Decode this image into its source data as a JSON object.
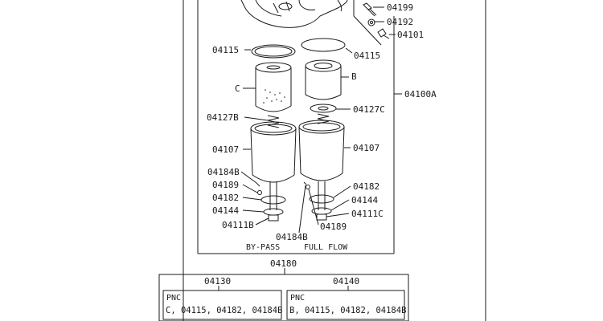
{
  "labels": {
    "l04199": "04199",
    "l04192": "04192",
    "l04101": "04101",
    "l04115a": "04115",
    "l04115b": "04115",
    "lC": "C",
    "lB": "B",
    "l04100A": "04100A",
    "l04127B": "04127B",
    "l04127C": "04127C",
    "l04107a": "04107",
    "l04107b": "04107",
    "l04184Ba": "04184B",
    "l04189a": "04189",
    "l04182a": "04182",
    "l04144a": "04144",
    "l04111B": "04111B",
    "l04182b": "04182",
    "l04144b": "04144",
    "l04111C": "04111C",
    "l04189b": "04189",
    "l04184Bb": "04184B",
    "bypass": "BY-PASS",
    "fullflow": "FULL FLOW",
    "l04180": "04180"
  },
  "table": {
    "col_left": "04130",
    "col_right": "04140",
    "pnc_left": "PNC",
    "pnc_right": "PNC",
    "parts_left": "C, 04115, 04182, 04184B",
    "parts_right": "B, 04115, 04182, 04184B"
  }
}
